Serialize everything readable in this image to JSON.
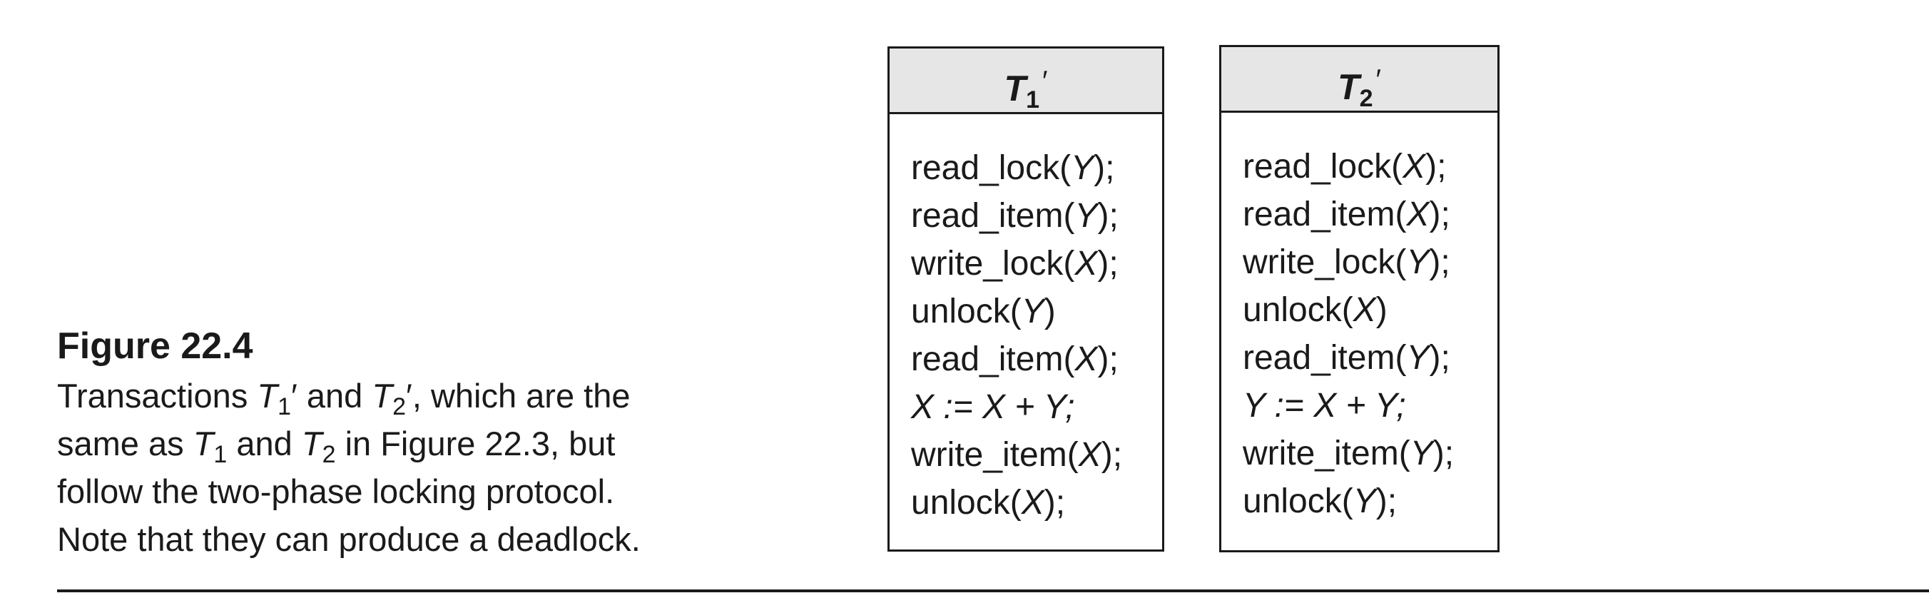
{
  "caption": {
    "title": "Figure 22.4",
    "line1_pre": "Transactions ",
    "t": "T",
    "sub1": "1",
    "sub2": "2",
    "prime": "′",
    "and_text": " and ",
    "line1_post": ", which are the",
    "line2_pre": "same as ",
    "line2_post": " in Figure 22.3, but",
    "line3": "follow the two-phase locking protocol.",
    "line4": "Note that they can produce a deadlock."
  },
  "transactions": [
    {
      "name": "T",
      "subscript": "1",
      "prime": "′",
      "lines": [
        {
          "pre": "read_lock(",
          "var": "Y",
          "post": ");"
        },
        {
          "pre": "read_item(",
          "var": "Y",
          "post": ");"
        },
        {
          "pre": "write_lock(",
          "var": "X",
          "post": ");"
        },
        {
          "pre": "unlock(",
          "var": "Y",
          "post": ")"
        },
        {
          "pre": "read_item(",
          "var": "X",
          "post": ");"
        },
        {
          "pre": "",
          "var": "X",
          "post": " := X + Y;"
        },
        {
          "pre": "write_item(",
          "var": "X",
          "post": ");"
        },
        {
          "pre": "unlock(",
          "var": "X",
          "post": ");"
        }
      ]
    },
    {
      "name": "T",
      "subscript": "2",
      "prime": "′",
      "lines": [
        {
          "pre": "read_lock(",
          "var": "X",
          "post": ");"
        },
        {
          "pre": "read_item(",
          "var": "X",
          "post": ");"
        },
        {
          "pre": "write_lock(",
          "var": "Y",
          "post": ");"
        },
        {
          "pre": "unlock(",
          "var": "X",
          "post": ")"
        },
        {
          "pre": "read_item(",
          "var": "Y",
          "post": ");"
        },
        {
          "pre": "",
          "var": "Y",
          "post": " := X + Y;"
        },
        {
          "pre": "write_item(",
          "var": "Y",
          "post": ");"
        },
        {
          "pre": "unlock(",
          "var": "Y",
          "post": ");"
        }
      ]
    }
  ]
}
